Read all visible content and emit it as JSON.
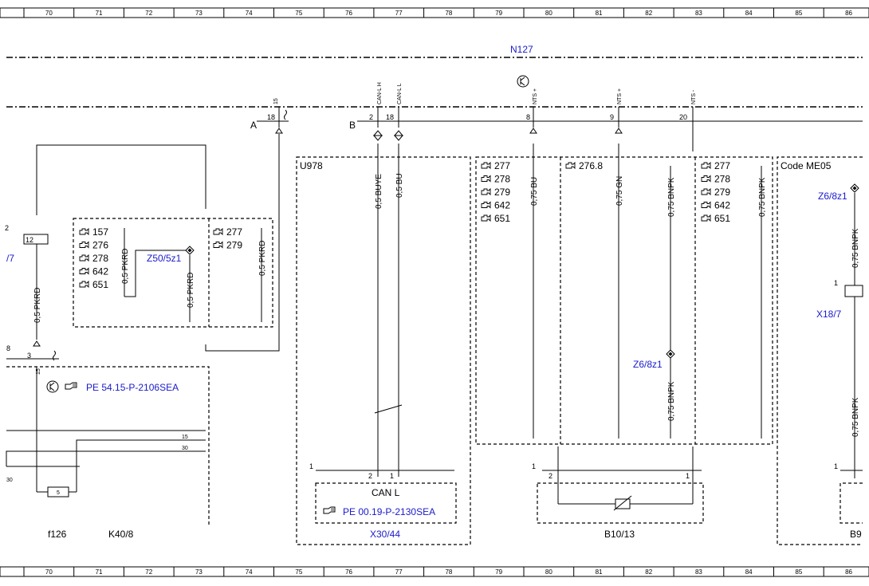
{
  "ruler": {
    "columns": [
      "70",
      "71",
      "72",
      "73",
      "74",
      "75",
      "76",
      "77",
      "78",
      "79",
      "80",
      "81",
      "82",
      "83",
      "84",
      "85",
      "86"
    ]
  },
  "components": {
    "n127": "N127",
    "u978": "U978",
    "code_me05": "Code ME05",
    "x30_44": "X30/44",
    "b10_13": "B10/13",
    "k40_8": "K40/8",
    "f126": "f126",
    "x18_7": "X18/7",
    "z50_5z1": "Z50/5z1",
    "z6_8z1_right": "Z6/8z1",
    "z6_8z1_mid": "Z6/8z1",
    "left_edge_ref": "/7",
    "b9_partial": "B9"
  },
  "connectors": {
    "a": "A",
    "b": "B",
    "can_l_label": "CAN L",
    "pins": {
      "p18a": "18",
      "p15top": "15",
      "p2": "2",
      "p18b": "18",
      "p8": "8",
      "p9": "9",
      "p20": "20",
      "p12": "12",
      "p8left": "8",
      "p3": "3",
      "p15left": "15",
      "p15mid": "15",
      "p30mid": "30",
      "p30left": "30",
      "p5": "5",
      "x30_1": "1",
      "x30_2": "2",
      "x30_1b": "1",
      "b10_1": "1",
      "b10_2": "2",
      "b10_1b": "1",
      "x18_1": "1",
      "b9_1": "1",
      "left2": "2"
    },
    "signals": {
      "can_l_h": "CAN-L H",
      "can_l_l": "CAN-L L",
      "nts_plus_a": "NTS +",
      "nts_plus_b": "NTS +",
      "nts_minus": "NTS -"
    }
  },
  "references": {
    "pe_54": "PE 54.15-P-2106SEA",
    "pe_00": "PE 00.19-P-2130SEA"
  },
  "wires": {
    "pkrd_left": "0,5 PKRD",
    "pkrd_a": "0,5 PKRD",
    "pkrd_b": "0,5 PKRD",
    "pkrd_c": "0,5 PKRD",
    "buye": "0,5 BUYE",
    "bu_a": "0,5 BU",
    "bu_b": "0,75 BU",
    "gn": "0,75 GN",
    "bnpk_a": "0,75 BNPK",
    "bnpk_b": "0,75 BNPK",
    "bnpk_c": "0,75 BNPK",
    "bnpk_d": "0,75 BNPK",
    "bnpk_e": "0,75 BNPK"
  },
  "codes": {
    "box1": [
      "157",
      "276",
      "278",
      "642",
      "651"
    ],
    "box2": [
      "277",
      "279"
    ],
    "box3": [
      "277",
      "278",
      "279",
      "642",
      "651"
    ],
    "box4": [
      "276.8"
    ],
    "box5": [
      "277",
      "278",
      "279",
      "642",
      "651"
    ]
  }
}
